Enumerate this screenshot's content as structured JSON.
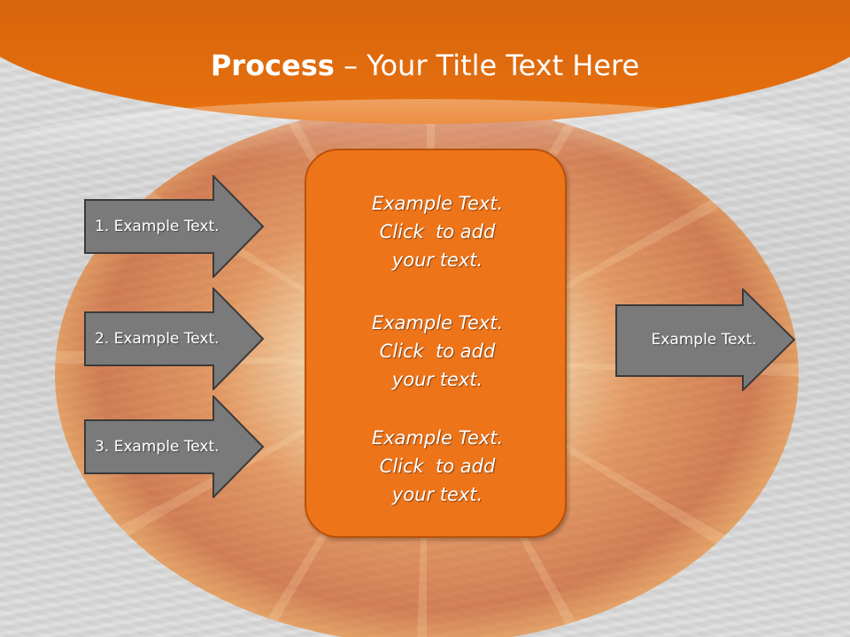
{
  "title": {
    "bold": "Process",
    "rest": " – Your Title Text Here"
  },
  "left_arrows": [
    {
      "label": "1. Example Text."
    },
    {
      "label": "2. Example Text."
    },
    {
      "label": "3. Example Text."
    }
  ],
  "center_box": {
    "blocks": [
      {
        "line1": "Example Text.",
        "line2": "Click  to add",
        "line3": "your text."
      },
      {
        "line1": "Example Text.",
        "line2": "Click  to add",
        "line3": "your text."
      },
      {
        "line1": "Example Text.",
        "line2": "Click  to add",
        "line3": "your text."
      }
    ]
  },
  "right_arrow": {
    "label": "Example Text."
  },
  "colors": {
    "banner": "#d0600b",
    "center_box_fill": "#ee7419",
    "center_box_border": "#b8520a",
    "arrow_fill": "#7a7a7a",
    "arrow_border": "#3a3a3a"
  },
  "background_image": "orange-slice-in-water"
}
